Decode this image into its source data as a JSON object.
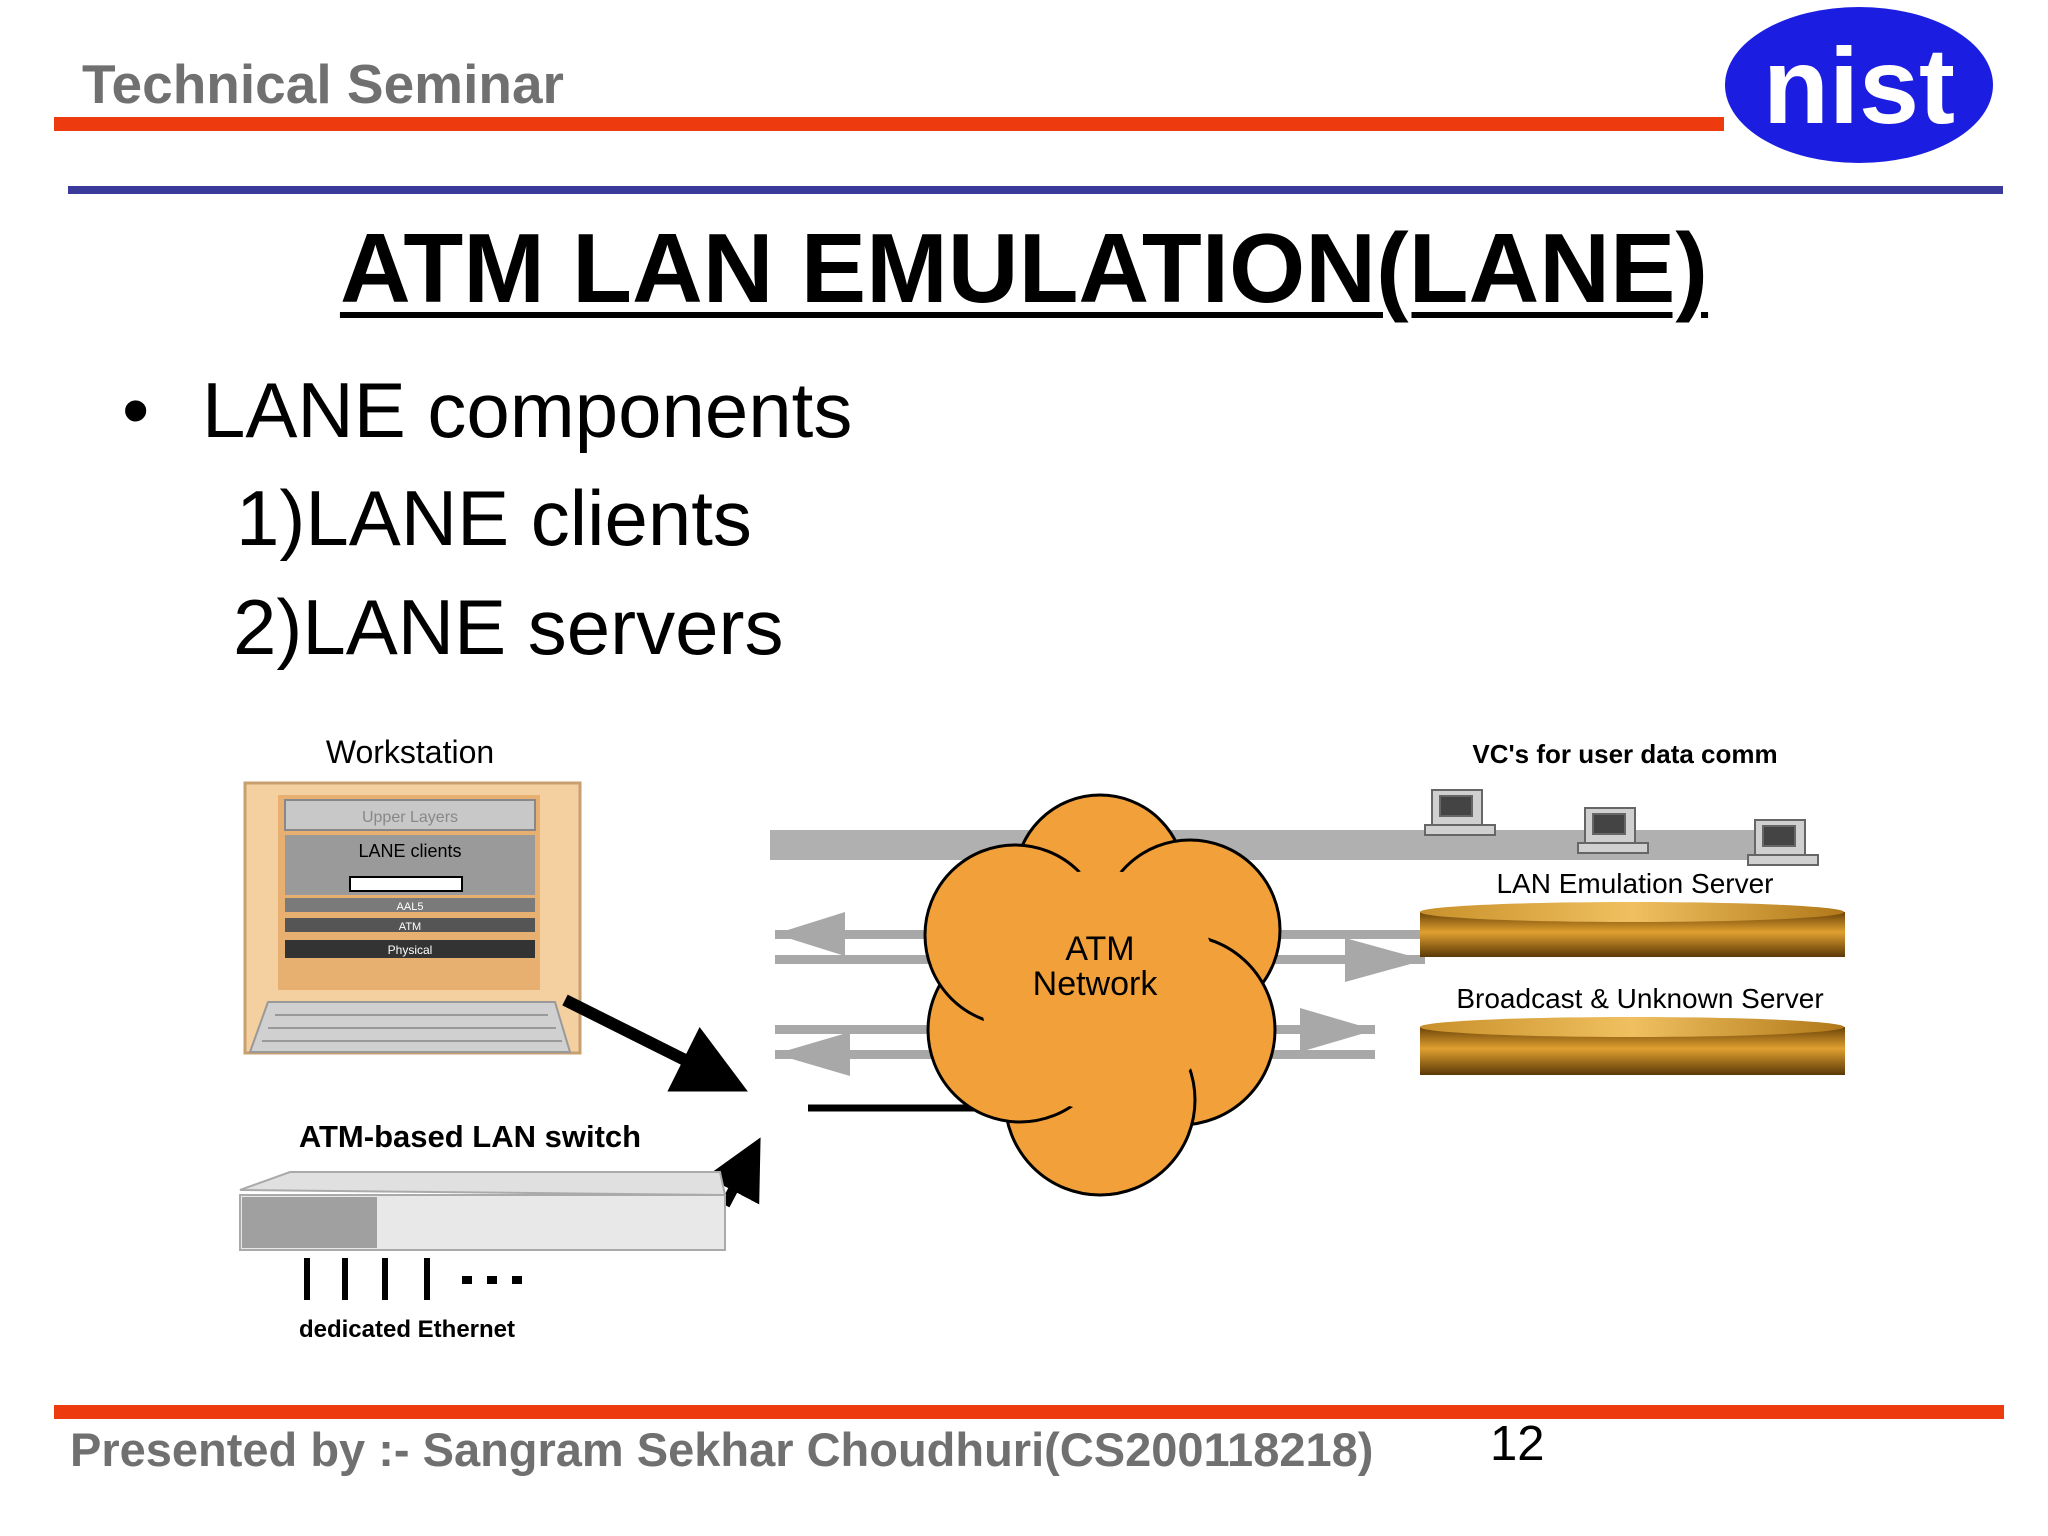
{
  "header": {
    "title": "Technical Seminar",
    "logo_text": "nist"
  },
  "slide": {
    "title": "ATM LAN EMULATION(LANE)",
    "bullet": "LANE components",
    "items": [
      "1)LANE clients",
      "2)LANE servers"
    ]
  },
  "diagram": {
    "workstation_label": "Workstation",
    "stack_layers": [
      "Upper Layers",
      "LANE clients",
      "",
      "AAL5",
      "ATM",
      "Physical"
    ],
    "network_label": "ATM Network",
    "vc_label": "VC's for user data comm",
    "les_label": "LAN Emulation Server",
    "bus_label": "Broadcast & Unknown Server",
    "switch_label": "ATM-based LAN switch",
    "ethernet_label": "dedicated Ethernet"
  },
  "footer": {
    "presenter": "Presented by :- Sangram Sekhar Choudhuri(CS200118218)",
    "page": "12"
  },
  "colors": {
    "accent_red": "#ee3a0f",
    "accent_blue": "#3a3a9a",
    "logo_blue": "#1b1ee0",
    "cloud_orange": "#f2a13a",
    "server_bronze": "#9a6a10"
  }
}
